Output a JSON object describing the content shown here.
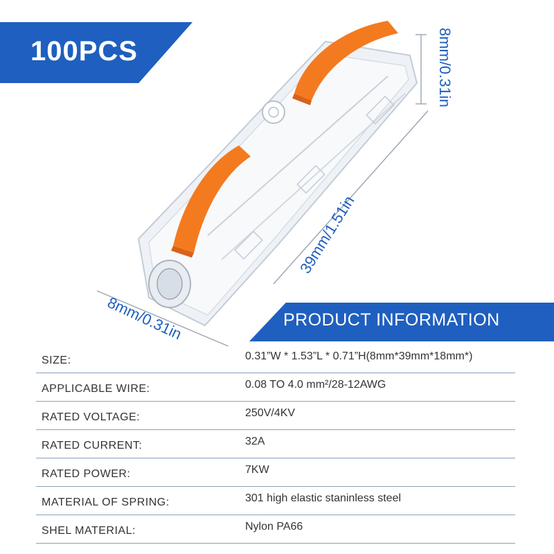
{
  "badge": {
    "text": "100PCS"
  },
  "dimensions": {
    "height": "8mm/0.31in",
    "length": "39mm/1.51in",
    "width": "8mm/0.31in"
  },
  "info_header": "PRODUCT INFORMATION",
  "specs": [
    {
      "label": "SIZE:",
      "value": "0.31”W * 1.53”L * 0.71”H(8mm*39mm*18mm*)"
    },
    {
      "label": "APPLICABLE WIRE:",
      "value": "0.08 TO 4.0 mm²/28-12AWG"
    },
    {
      "label": "RATED VOLTAGE:",
      "value": "250V/4KV"
    },
    {
      "label": "RATED CURRENT:",
      "value": "32A"
    },
    {
      "label": "RATED POWER:",
      "value": "7KW"
    },
    {
      "label": "MATERIAL OF SPRING:",
      "value": "301 high elastic staninless steel"
    },
    {
      "label": "SHEL MATERIAL:",
      "value": "Nylon PA66"
    }
  ],
  "colors": {
    "brand_blue": "#1f5fbf",
    "lever_orange": "#f47a20"
  }
}
